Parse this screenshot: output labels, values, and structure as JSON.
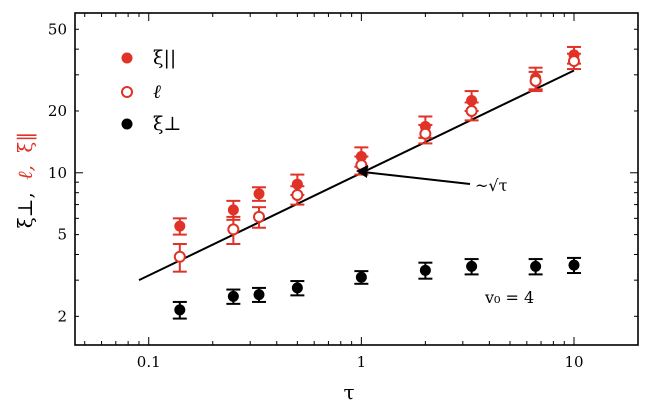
{
  "chart_data": {
    "type": "scatter",
    "xscale": "log",
    "yscale": "log",
    "xlim": [
      0.045,
      20
    ],
    "ylim": [
      1.45,
      60
    ],
    "xticks": [
      {
        "v": 0.1,
        "label": "0.1"
      },
      {
        "v": 1,
        "label": "1"
      },
      {
        "v": 10,
        "label": "10"
      }
    ],
    "yticks": [
      {
        "v": 2,
        "label": "2"
      },
      {
        "v": 5,
        "label": "5"
      },
      {
        "v": 10,
        "label": "10"
      },
      {
        "v": 20,
        "label": "20"
      },
      {
        "v": 50,
        "label": "50"
      }
    ],
    "xlabel": "τ",
    "ylabel_parts": [
      {
        "text": "ξ⊥,",
        "color": "#000000"
      },
      {
        "text": "ℓ,",
        "color": "#e03226"
      },
      {
        "text": "ξ‖",
        "color": "#e03226"
      }
    ],
    "legend_position": "top-left",
    "series": [
      {
        "name": "ξ||",
        "color": "#e03226",
        "marker": "filled",
        "points": [
          {
            "x": 0.14,
            "y": 5.5,
            "yerr": 0.5
          },
          {
            "x": 0.25,
            "y": 6.6,
            "yerr": 0.7
          },
          {
            "x": 0.33,
            "y": 7.9,
            "yerr": 0.6
          },
          {
            "x": 0.5,
            "y": 8.8,
            "yerr": 1.0
          },
          {
            "x": 1.0,
            "y": 12.0,
            "yerr": 1.3
          },
          {
            "x": 2.0,
            "y": 16.8,
            "yerr": 2.0
          },
          {
            "x": 3.3,
            "y": 22.5,
            "yerr": 2.5
          },
          {
            "x": 6.6,
            "y": 29.0,
            "yerr": 3.5
          },
          {
            "x": 10.0,
            "y": 37.5,
            "yerr": 3.5
          }
        ]
      },
      {
        "name": "ℓ",
        "color": "#e03226",
        "marker": "open",
        "points": [
          {
            "x": 0.14,
            "y": 3.9,
            "yerr": 0.6
          },
          {
            "x": 0.25,
            "y": 5.3,
            "yerr": 0.8
          },
          {
            "x": 0.33,
            "y": 6.1,
            "yerr": 0.7
          },
          {
            "x": 0.5,
            "y": 7.8,
            "yerr": 0.8
          },
          {
            "x": 1.0,
            "y": 10.9,
            "yerr": 1.1
          },
          {
            "x": 2.0,
            "y": 15.5,
            "yerr": 1.6
          },
          {
            "x": 3.3,
            "y": 20.0,
            "yerr": 2.0
          },
          {
            "x": 6.6,
            "y": 28.0,
            "yerr": 3.0
          },
          {
            "x": 10.0,
            "y": 35.0,
            "yerr": 3.0
          }
        ]
      },
      {
        "name": "ξ⊥",
        "color": "#000000",
        "marker": "filled",
        "points": [
          {
            "x": 0.14,
            "y": 2.15,
            "yerr": 0.2
          },
          {
            "x": 0.25,
            "y": 2.5,
            "yerr": 0.2
          },
          {
            "x": 0.33,
            "y": 2.55,
            "yerr": 0.2
          },
          {
            "x": 0.5,
            "y": 2.75,
            "yerr": 0.22
          },
          {
            "x": 1.0,
            "y": 3.1,
            "yerr": 0.22
          },
          {
            "x": 2.0,
            "y": 3.35,
            "yerr": 0.3
          },
          {
            "x": 3.3,
            "y": 3.5,
            "yerr": 0.3
          },
          {
            "x": 6.6,
            "y": 3.5,
            "yerr": 0.3
          },
          {
            "x": 10.0,
            "y": 3.55,
            "yerr": 0.3
          }
        ]
      }
    ],
    "fit_line": {
      "x0": 0.09,
      "y0": 3.0,
      "x1": 10.0,
      "y1": 31.5
    },
    "annotations": {
      "sqrt_tau": "~√τ",
      "v0": "v₀ = 4"
    }
  }
}
